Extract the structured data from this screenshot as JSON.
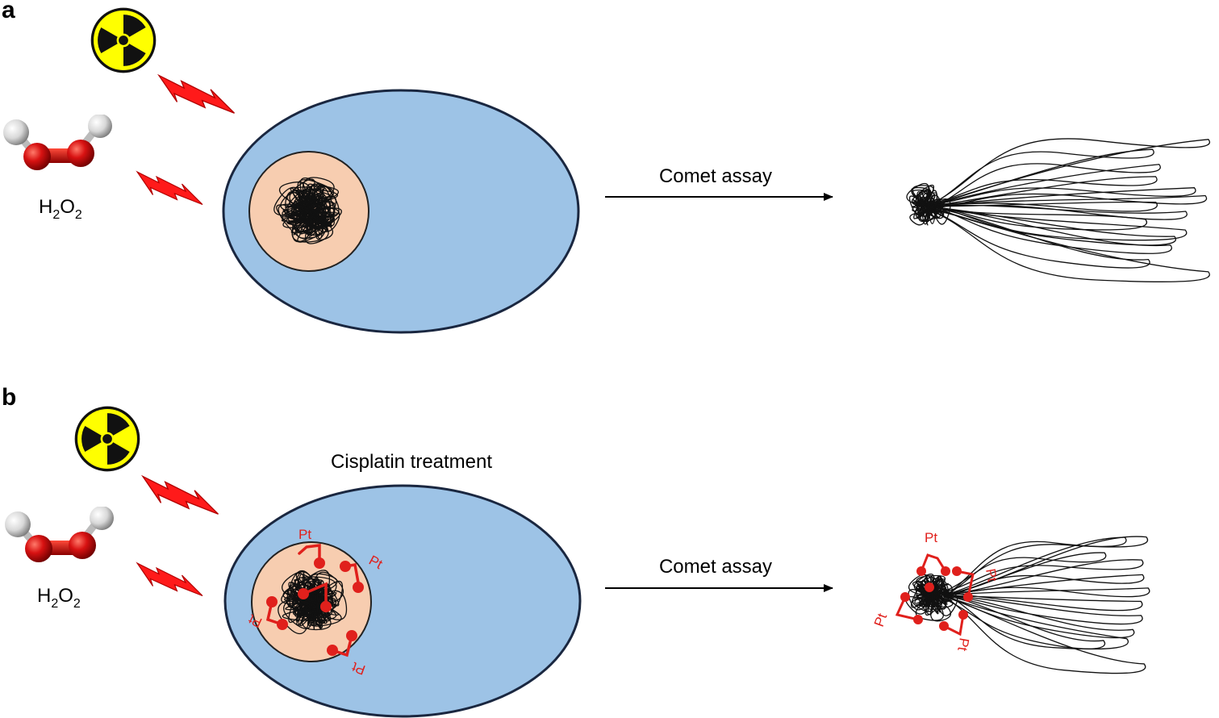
{
  "panels": [
    {
      "label": "a",
      "molecule_label": {
        "base": "H",
        "sub1": "2",
        "mid": "O",
        "sub2": "2"
      },
      "arrow_label": "Comet assay",
      "treatment_label": "",
      "pt_labels": []
    },
    {
      "label": "b",
      "molecule_label": {
        "base": "H",
        "sub1": "2",
        "mid": "O",
        "sub2": "2"
      },
      "arrow_label": "Comet assay",
      "treatment_label": "Cisplatin treatment",
      "pt_labels": [
        "Pt",
        "Pt",
        "Pt",
        "Pt"
      ],
      "comet_pt_labels": [
        "Pt",
        "Pt",
        "Pt",
        "Pt"
      ]
    }
  ],
  "icons": [
    "radiation-hazard-icon",
    "hydrogen-peroxide-molecule-icon",
    "lightning-bolt-icon"
  ],
  "colors": {
    "cytoplasm": "#9dc3e6",
    "cell_outline": "#1a2740",
    "nucleus": "#f7cdb0",
    "dna": "#111111",
    "crosslink": "#e0201c",
    "bolt": "#ff1a1a",
    "radiation_yellow": "#ffff00",
    "oxygen": "#d01010",
    "hydrogen": "#e8e8e8"
  }
}
